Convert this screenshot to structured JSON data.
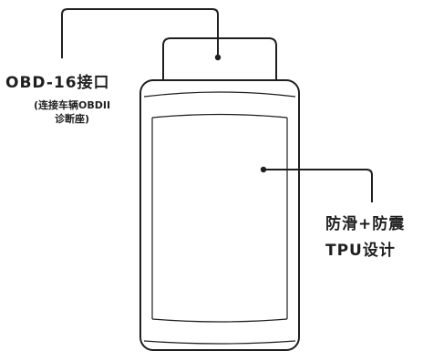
{
  "callouts": {
    "port": {
      "title": "OBD-16接口",
      "note_line1": "(连接车辆OBDII",
      "note_line2": "诊断座)"
    },
    "body": {
      "line1": "防滑+防震",
      "line2": "TPU设计"
    }
  },
  "colors": {
    "stroke": "#1f1f1f",
    "background": "#ffffff"
  }
}
